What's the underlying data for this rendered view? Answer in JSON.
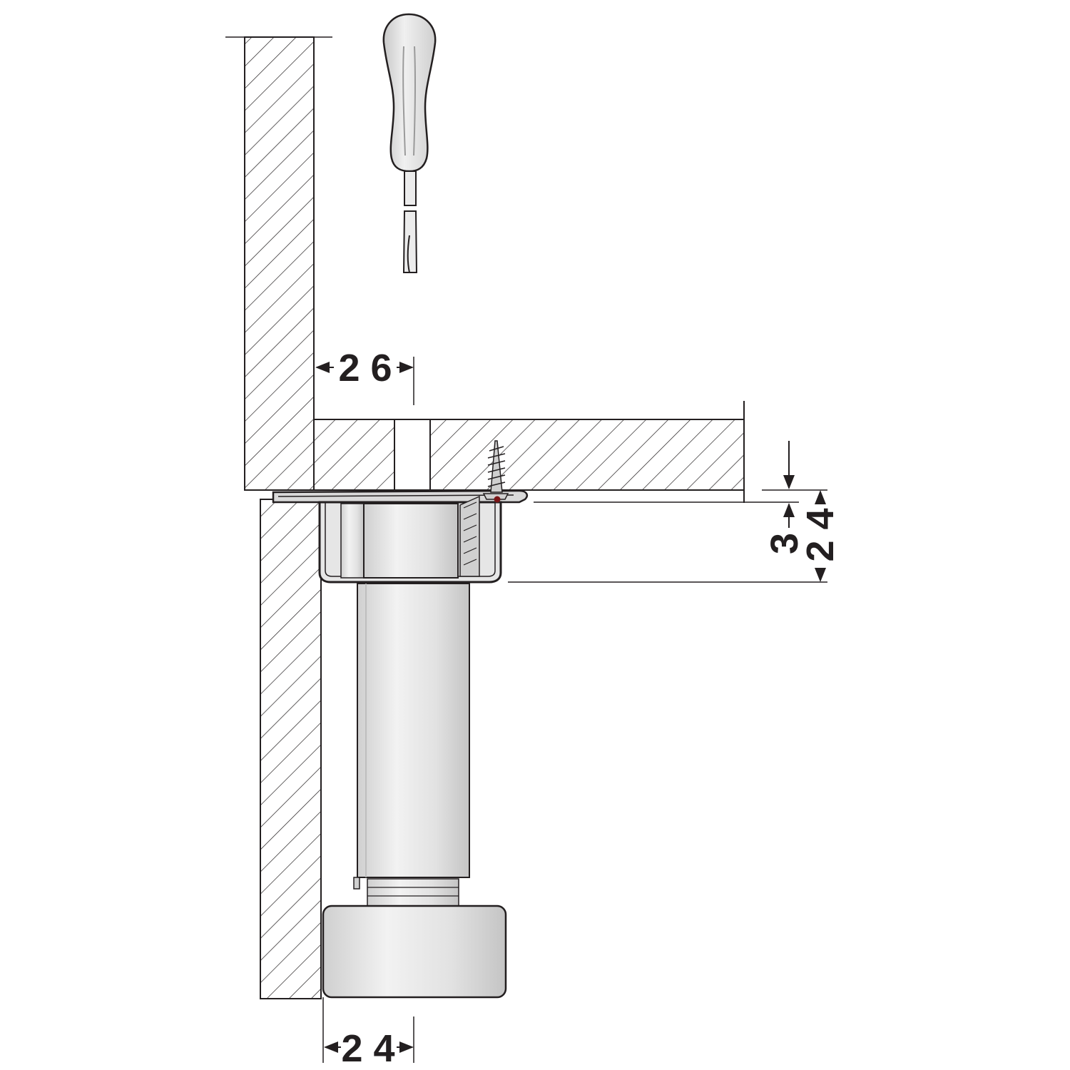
{
  "dimensions": {
    "top_offset": "2 6",
    "leg_offset": "2 4",
    "flange_thickness": "3",
    "cup_height": "2 4"
  },
  "colors": {
    "line": "#231f20",
    "metal_fill": "#e8e8e8",
    "metal_shade": "#d0d0d0",
    "wood_hatch": "#231f20",
    "screw_dot": "#7a1416"
  },
  "icons": {
    "tool": "screwdriver-icon",
    "fastener": "wood-screw-icon"
  }
}
